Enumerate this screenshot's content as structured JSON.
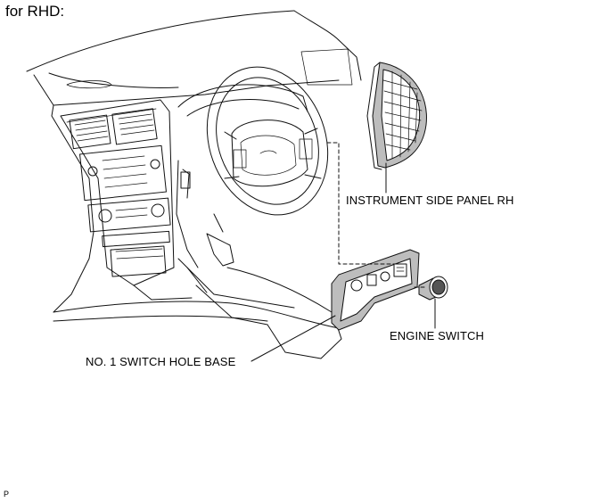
{
  "title": "for RHD:",
  "labels": {
    "instrument_side_panel": "INSTRUMENT SIDE PANEL RH",
    "engine_switch": "ENGINE SWITCH",
    "switch_hole_base": "NO. 1 SWITCH HOLE BASE"
  },
  "figure_code": "P"
}
